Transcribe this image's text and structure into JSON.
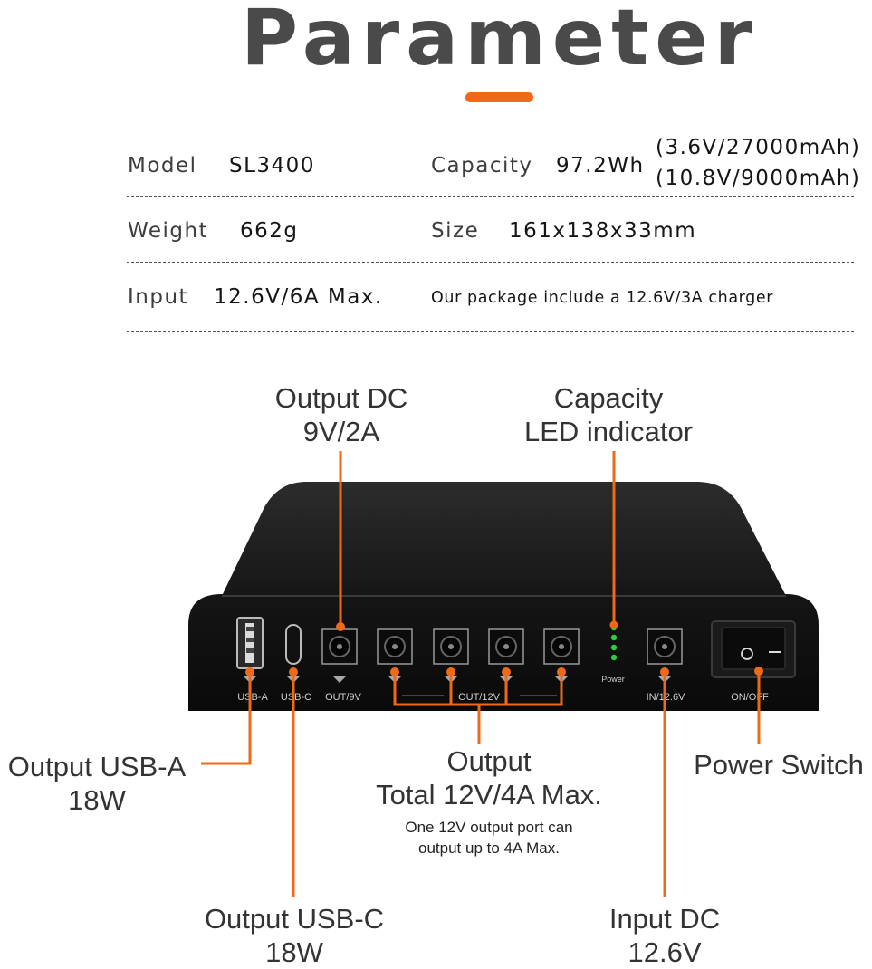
{
  "title": "Parameter",
  "colors": {
    "accent": "#ee6a16",
    "device": "#1c1c1c",
    "led": "#2ecc40"
  },
  "specs": {
    "model_label": "Model",
    "model_value": "SL3400",
    "capacity_label": "Capacity",
    "capacity_value": "97.2Wh",
    "capacity_detail_1": "(3.6V/27000mAh)",
    "capacity_detail_2": "(10.8V/9000mAh)",
    "weight_label": "Weight",
    "weight_value": "662g",
    "size_label": "Size",
    "size_value": "161x138x33mm",
    "input_label": "Input",
    "input_value": "12.6V/6A Max.",
    "package_note": "Our package include a 12.6V/3A charger"
  },
  "callouts": {
    "output_dc_1": "Output DC",
    "output_dc_2": "9V/2A",
    "led_1": "Capacity",
    "led_2": "LED indicator",
    "usb_a_1": "Output USB-A",
    "usb_a_2": "18W",
    "output_1": "Output",
    "output_2": "Total 12V/4A Max.",
    "output_note_1": "One 12V output port can",
    "output_note_2": "output up to 4A Max.",
    "power_switch": "Power Switch",
    "usb_c_1": "Output USB-C",
    "usb_c_2": "18W",
    "input_dc_1": "Input DC",
    "input_dc_2": "12.6V"
  },
  "ports": {
    "usb_a": "USB-A",
    "usb_c": "USB-C",
    "out_9v": "OUT/9V",
    "out_12v": "OUT/12V",
    "power": "Power",
    "in_12v": "IN/12.6V",
    "on_off": "ON/OFF"
  }
}
